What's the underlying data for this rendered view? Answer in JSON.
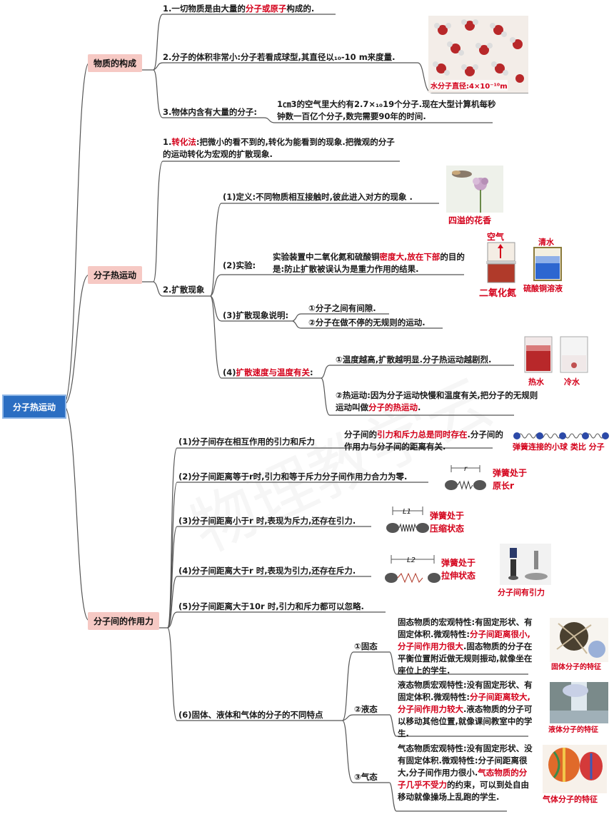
{
  "root": "分子热运动",
  "branches": {
    "b1": {
      "title": "物质的构成",
      "p1": {
        "a": "1.一切物质是由大量的",
        "red": "分子或原子",
        "b": "构成的."
      },
      "p2": "2.分子的体积非常小:分子若看成球型,其直径以₁₀-10 m来度量.",
      "p3": "3.物体内含有大量的分子:",
      "p3_note": "1㎝3的空气里大约有2.7×₁₀19个分子.现在大型计算机每秒钟数一百亿个分子,数完需要90年的时间.",
      "img_caption": "水分子直径:4×10⁻¹⁰m"
    },
    "b2": {
      "title": "分子热运动",
      "p1": {
        "a": "1.",
        "red": "转化法",
        "b": ":把微小的看不到的,转化为能看到的现象.把微观的分子的运动转化为宏观的扩散现象."
      },
      "p2": "2.扩散现象",
      "def": "(1)定义:不同物质相互接触时,彼此进入对方的现象 .",
      "def_caption": "四溢的花香",
      "exp": "(2)实验:",
      "exp_note": {
        "a": "实验装置中二氧化氮和硫酸铜",
        "red": "密度大,放在下部",
        "b": "的目的是:防止扩散被误认为是重力作用的结果."
      },
      "exp_labels": {
        "air": "空气",
        "no2": "二氧化氮",
        "water": "清水",
        "cuso4": "硫酸铜溶液"
      },
      "expl": "(3)扩散现象说明:",
      "expl_1": "①分子之间有间隙.",
      "expl_2": "②分子在做不停的无规则的运动.",
      "speed": {
        "a": "(4)",
        "red": "扩散速度与温度有关",
        "b": ":"
      },
      "speed_1": "①温度越高,扩散越明显.分子热运动越剧烈.",
      "speed_2": {
        "a": "②热运动:因为分子运动快慢和温度有关,把分子的无规则运动叫做",
        "red": "分子的热运动",
        "b": "."
      },
      "hot": "热水",
      "cold": "冷水"
    },
    "b3": {
      "title": "分子间的作用力",
      "f1": "(1)分子间存在相互作用的引力和斥力",
      "f1_note": {
        "a": "分子间的",
        "red": "引力和斥力总是同时存在",
        "b": ".分子间的作用力与分子间的距离有关."
      },
      "f1_caption": "弹簧连接的小球  类比  分子",
      "f2": "(2)分子间距离等于r时,引力和等于斥力分子间作用力合力为零.",
      "f2_caption": "弹簧处于\n原长r",
      "f3": "(3)分子间距离小于r 时,表现为斥力,还存在引力.",
      "f3_caption": "弹簧处于\n压缩状态",
      "f4": "(4)分子间距离大于r 时,表现为引力,还存在斥力.",
      "f4_caption": "弹簧处于\n拉伸状态",
      "f4_caption2": "分子间有引力",
      "f5": "(5)分子间距离大于10r 时,引力和斥力都可以忽略.",
      "f6": "(6)固体、液体和气体的分子的不同特点",
      "solid": "①固态",
      "solid_note": {
        "a": "固态物质的宏观特性:有固定形状、有固定体积.微观特性:",
        "red": "分子间距离很小,分子间作用力很大",
        "b": ".固态物质的分子在平衡位置附近做无规则振动,就像坐在座位上的学生."
      },
      "solid_caption": "固体分子的特征",
      "liquid": "②液态",
      "liquid_note": {
        "a": "液态物质宏观特性:没有固定形状、有固定体积.微观特性:",
        "red": "分子间距离较大,分子间作用力较大",
        "b": ".液态物质的分子可以移动其他位置,就像课间教室中的学生."
      },
      "liquid_caption": "液体分子的特征",
      "gas": "③气态",
      "gas_note": {
        "a": "气态物质宏观特性:没有固定形状、没有固定体积.微观特性:分子间距离很大,分子间作用力很小.",
        "red": "气态物质的分子几乎不受力",
        "b": "的约束，可以到处自由移动就像操场上乱跑的学生."
      },
      "gas_caption": "气体分子的特征",
      "r_label": "r",
      "l1_label": "L1",
      "l2_label": "L2"
    }
  },
  "watermark": "物理教学云",
  "colors": {
    "accent_red": "#d4001a",
    "box_pink": "#f6c9c4",
    "root_blue": "#2b6ec2",
    "line": "#555555"
  }
}
